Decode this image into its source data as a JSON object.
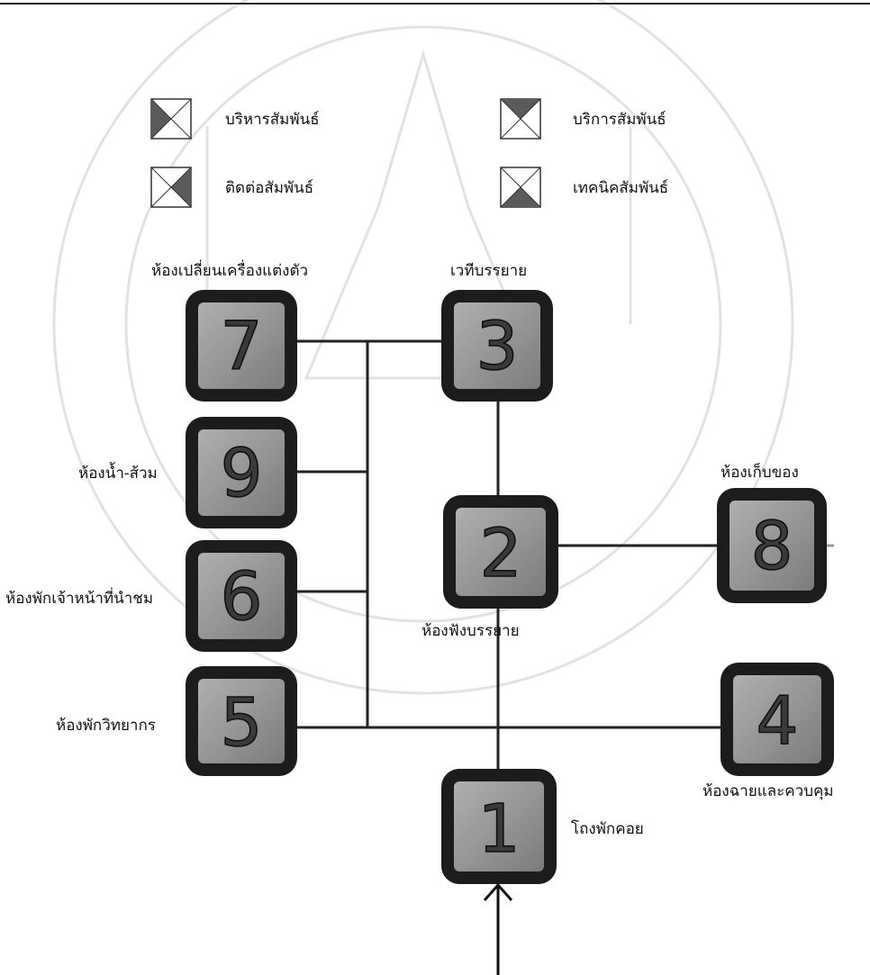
{
  "legend": [
    {
      "label": "บริหารสัมพันธ์",
      "icon": "admin-relation-icon"
    },
    {
      "label": "บริการสัมพันธ์",
      "icon": "service-relation-icon"
    },
    {
      "label": "ติดต่อสัมพันธ์",
      "icon": "contact-relation-icon"
    },
    {
      "label": "เทคนิคสัมพันธ์",
      "icon": "technical-relation-icon"
    }
  ],
  "rooms": [
    {
      "number": "1",
      "label": "โถงพักคอย"
    },
    {
      "number": "2",
      "label": "ห้องฟังบรรยาย"
    },
    {
      "number": "3",
      "label": "เวทีบรรยาย"
    },
    {
      "number": "4",
      "label": "ห้องฉายและควบคุม"
    },
    {
      "number": "5",
      "label": "ห้องพักวิทยากร"
    },
    {
      "number": "6",
      "label": "ห้องพักเจ้าหน้าที่นำชม"
    },
    {
      "number": "7",
      "label": "ห้องเปลี่ยนเครื่องแต่งตัว"
    },
    {
      "number": "8",
      "label": "ห้องเก็บของ"
    },
    {
      "number": "9",
      "label": "ห้องน้ำ-ส้วม"
    }
  ],
  "colors": {
    "box_dark": "#1c1c1c",
    "box_fill": "#8a8a8a",
    "line": "#222222",
    "watermark": "#d9d9d9"
  }
}
